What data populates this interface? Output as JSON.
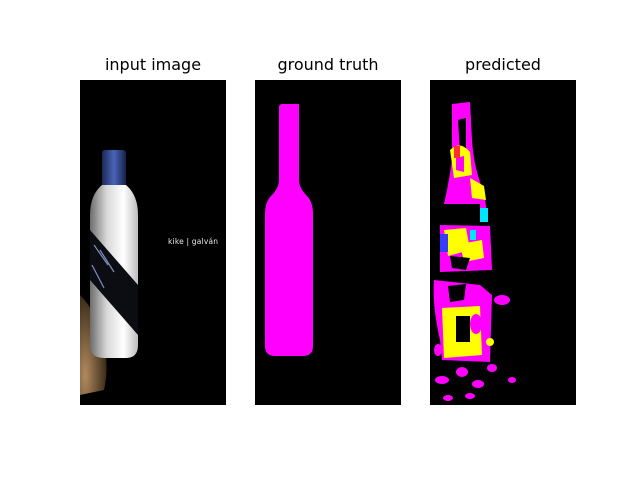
{
  "panels": [
    {
      "title": "input image"
    },
    {
      "title": "ground truth"
    },
    {
      "title": "predicted"
    }
  ],
  "input_image": {
    "label_text": "kike | galván"
  },
  "colors": {
    "background": "#000000",
    "mask": "#ff00ff",
    "pred_yellow": "#ffff00",
    "pred_cyan": "#00e5ff",
    "pred_blue": "#3a3aff",
    "pred_red": "#ff3030"
  }
}
